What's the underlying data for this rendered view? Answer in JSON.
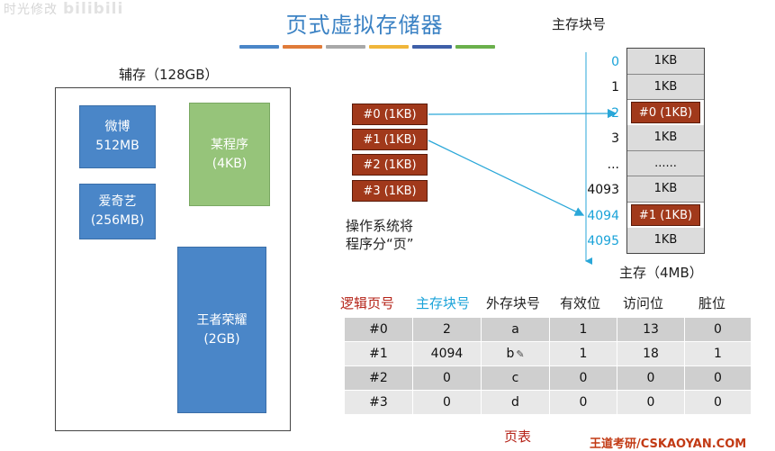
{
  "watermark": {
    "text": "时光修改",
    "brand": "bilibili"
  },
  "title": "页式虚拟存储器",
  "accent_colors": [
    "#4a86c8",
    "#e07b39",
    "#a8a8a8",
    "#f0b63a",
    "#3e5fa8",
    "#6ab04c"
  ],
  "disk": {
    "label": "辅存（128GB）",
    "programs": [
      {
        "name": "微博",
        "size": "512MB"
      },
      {
        "name": "某程序",
        "size": "(4KB)"
      },
      {
        "name": "爱奇艺",
        "size": "(256MB)"
      },
      {
        "name": "王者荣耀",
        "size": "(2GB)"
      }
    ]
  },
  "pages": [
    "#0 (1KB)",
    "#1 (1KB)",
    "#2 (1KB)",
    "#3 (1KB)"
  ],
  "os_note": [
    "操作系统将",
    "程序分“页”"
  ],
  "memory": {
    "header": "主存块号",
    "footer": "主存（4MB）",
    "frame_numbers": [
      "0",
      "1",
      "2",
      "3",
      "...",
      "4093",
      "4094",
      "4095"
    ],
    "frames": [
      "1KB",
      "1KB",
      "#0 (1KB)",
      "1KB",
      "......",
      "1KB",
      "#1 (1KB)",
      "1KB"
    ]
  },
  "page_table": {
    "headers": [
      "逻辑页号",
      "主存块号",
      "外存块号",
      "有效位",
      "访问位",
      "脏位"
    ],
    "rows": [
      [
        "#0",
        "2",
        "a",
        "1",
        "13",
        "0"
      ],
      [
        "#1",
        "4094",
        "b",
        "1",
        "18",
        "1"
      ],
      [
        "#2",
        "0",
        "c",
        "0",
        "0",
        "0"
      ],
      [
        "#3",
        "0",
        "d",
        "0",
        "0",
        "0"
      ]
    ],
    "caption": "页表"
  },
  "footer": "王道考研/CSKAOYAN.COM"
}
